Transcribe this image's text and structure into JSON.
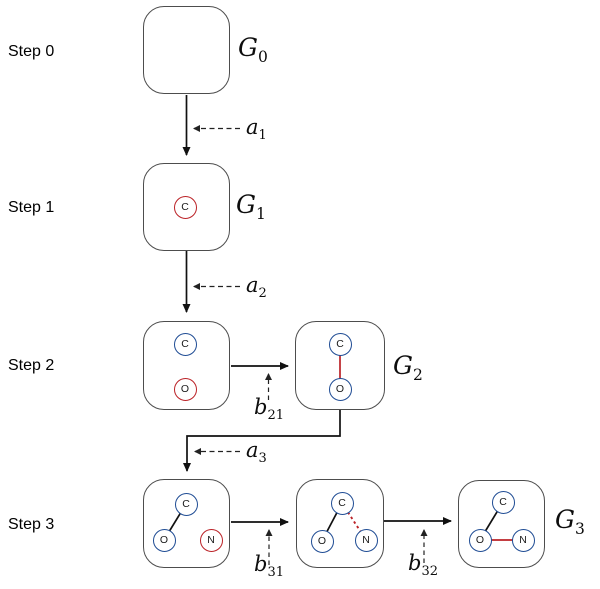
{
  "diagram_type": "molecular-graph-generation-steps",
  "steps": [
    {
      "label": "Step 0"
    },
    {
      "label": "Step 1"
    },
    {
      "label": "Step 2"
    },
    {
      "label": "Step 3"
    }
  ],
  "graph_labels": {
    "g0": {
      "base": "G",
      "sub": "0"
    },
    "g1": {
      "base": "G",
      "sub": "1"
    },
    "g2": {
      "base": "G",
      "sub": "2"
    },
    "g3": {
      "base": "G",
      "sub": "3"
    }
  },
  "action_labels": {
    "a1": {
      "base": "a",
      "sub": "1"
    },
    "a2": {
      "base": "a",
      "sub": "2"
    },
    "a3": {
      "base": "a",
      "sub": "3"
    },
    "b21": {
      "base": "b",
      "sub": "21"
    },
    "b31": {
      "base": "b",
      "sub": "31"
    },
    "b32": {
      "base": "b",
      "sub": "32"
    }
  },
  "atoms": {
    "g1_c": "C",
    "g2a_c": "C",
    "g2a_o": "O",
    "g2b_c": "C",
    "g2b_o": "O",
    "g3a_c": "C",
    "g3a_o": "O",
    "g3a_n": "N",
    "g3b_c": "C",
    "g3b_o": "O",
    "g3b_n": "N",
    "g3c_c": "C",
    "g3c_o": "O",
    "g3c_n": "N"
  },
  "colors": {
    "atom_blue": "#1f4c94",
    "atom_highlight_red": "#bb2227",
    "bond_black": "#111111",
    "bond_highlight_red": "#bb2227",
    "box_border": "#4d4d4d"
  }
}
